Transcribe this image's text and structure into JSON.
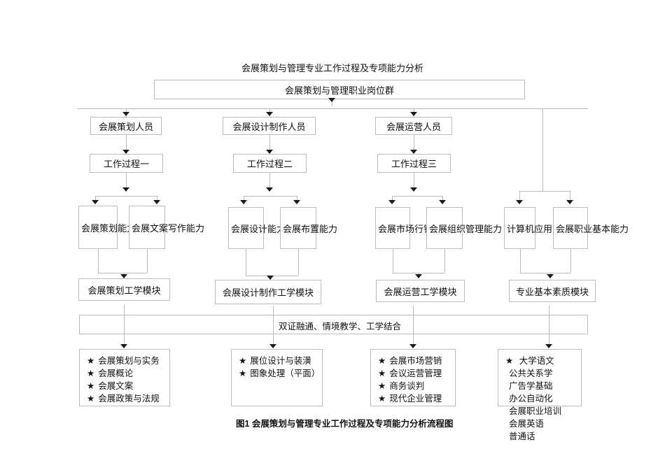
{
  "title": "会展策划与管理专业工作过程及专项能力分析",
  "root": {
    "label": "会展策划与管理职业岗位群"
  },
  "roles": [
    {
      "label": "会展策划人员"
    },
    {
      "label": "会展设计制作人员"
    },
    {
      "label": "会展运营人员"
    }
  ],
  "processes": [
    {
      "label": "工作过程一"
    },
    {
      "label": "工作过程二"
    },
    {
      "label": "工作过程三"
    }
  ],
  "abilities": [
    {
      "label": "会展策划能力"
    },
    {
      "label": "会展文案写作能力"
    },
    {
      "label": "会展设计能力"
    },
    {
      "label": "会展布置能力"
    },
    {
      "label": "会展市场行销能力"
    },
    {
      "label": "会展组织管理能力"
    },
    {
      "label": "计算机应用能力"
    },
    {
      "label": "会展职业基本能力"
    }
  ],
  "modules": [
    {
      "label": "会展策划工学模块"
    },
    {
      "label": "会展设计制作工学模块"
    },
    {
      "label": "会展运营工学模块"
    },
    {
      "label": "专业基本素质模块"
    }
  ],
  "bus": {
    "label": "双证融通、情境教学、工学结合"
  },
  "courses": [
    {
      "items": [
        {
          "star": "★",
          "text": "会展策划与实务"
        },
        {
          "star": "★",
          "text": "会展概论"
        },
        {
          "star": "★",
          "text": "会展文案"
        },
        {
          "star": "★",
          "text": "会展政策与法规"
        }
      ]
    },
    {
      "items": [
        {
          "star": "★",
          "text": "展位设计与装潢"
        },
        {
          "star": "★",
          "text": "图象处理（平面）"
        }
      ]
    },
    {
      "items": [
        {
          "star": "★",
          "text": "会展市场营销"
        },
        {
          "star": "★",
          "text": "会议运营管理"
        },
        {
          "star": "★",
          "text": "商务谈判"
        },
        {
          "star": "★",
          "text": "现代企业管理"
        }
      ]
    },
    {
      "items": [
        {
          "star": "★",
          "text": " 大学语文"
        },
        {
          "star": "",
          "text": "公共关系学"
        },
        {
          "star": "",
          "text": "广告学基础"
        },
        {
          "star": "",
          "text": "办公自动化"
        },
        {
          "star": "",
          "text": "会展职业培训"
        },
        {
          "star": "",
          "text": "会展英语"
        },
        {
          "star": "",
          "text": "普通话"
        }
      ]
    }
  ],
  "caption": "图1  会展策划与管理专业工作过程及专项能力分析流程图",
  "colors": {
    "border": "#bcbcbc",
    "line": "#b9b9b9",
    "arrow": "#1a1a1a",
    "text": "#111111"
  }
}
